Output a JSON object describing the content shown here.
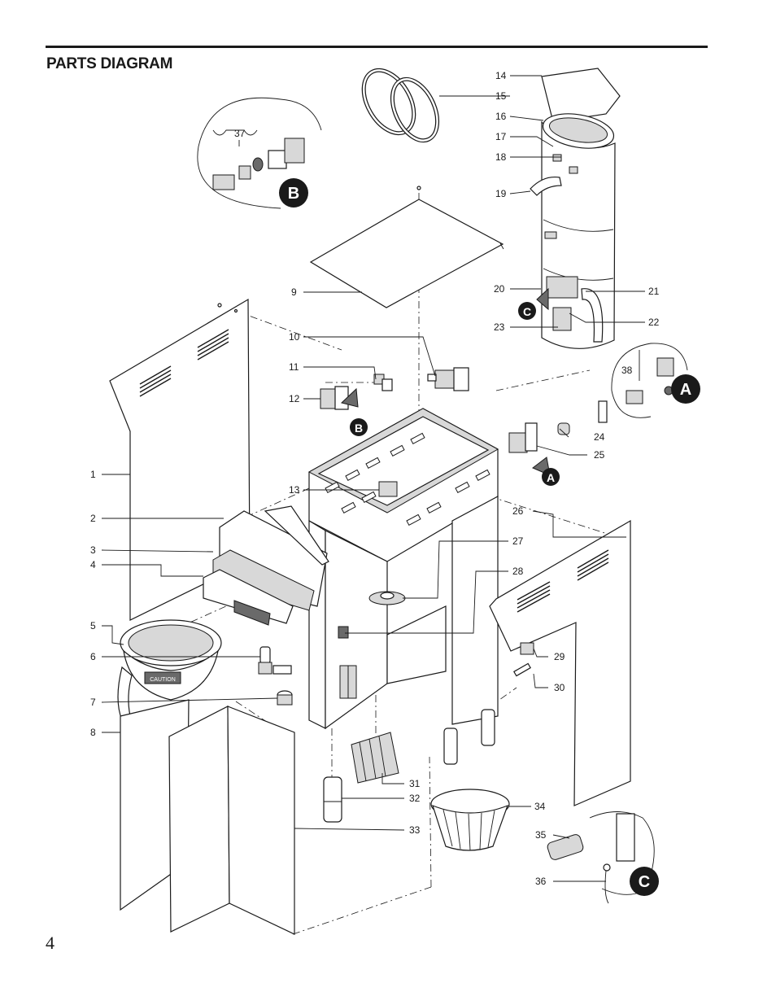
{
  "page": {
    "title": "PARTS DIAGRAM",
    "page_number": "4"
  },
  "labels": {
    "p1": "1",
    "p2": "2",
    "p3": "3",
    "p4": "4",
    "p5": "5",
    "p6": "6",
    "p7": "7",
    "p8": "8",
    "p9": "9",
    "p10": "10",
    "p11": "11",
    "p12": "12",
    "p13": "13",
    "p14": "14",
    "p15": "15",
    "p16": "16",
    "p17": "17",
    "p18": "18",
    "p19": "19",
    "p20": "20",
    "p21": "21",
    "p22": "22",
    "p23": "23",
    "p24": "24",
    "p25": "25",
    "p26": "26",
    "p27": "27",
    "p28": "28",
    "p29": "29",
    "p30": "30",
    "p31": "31",
    "p32": "32",
    "p33": "33",
    "p34": "34",
    "p35": "35",
    "p36": "36",
    "p37": "37",
    "p38": "38"
  },
  "callouts": {
    "A": "A",
    "B": "B",
    "C": "C"
  },
  "part_text": {
    "caution": "CAUTION"
  }
}
